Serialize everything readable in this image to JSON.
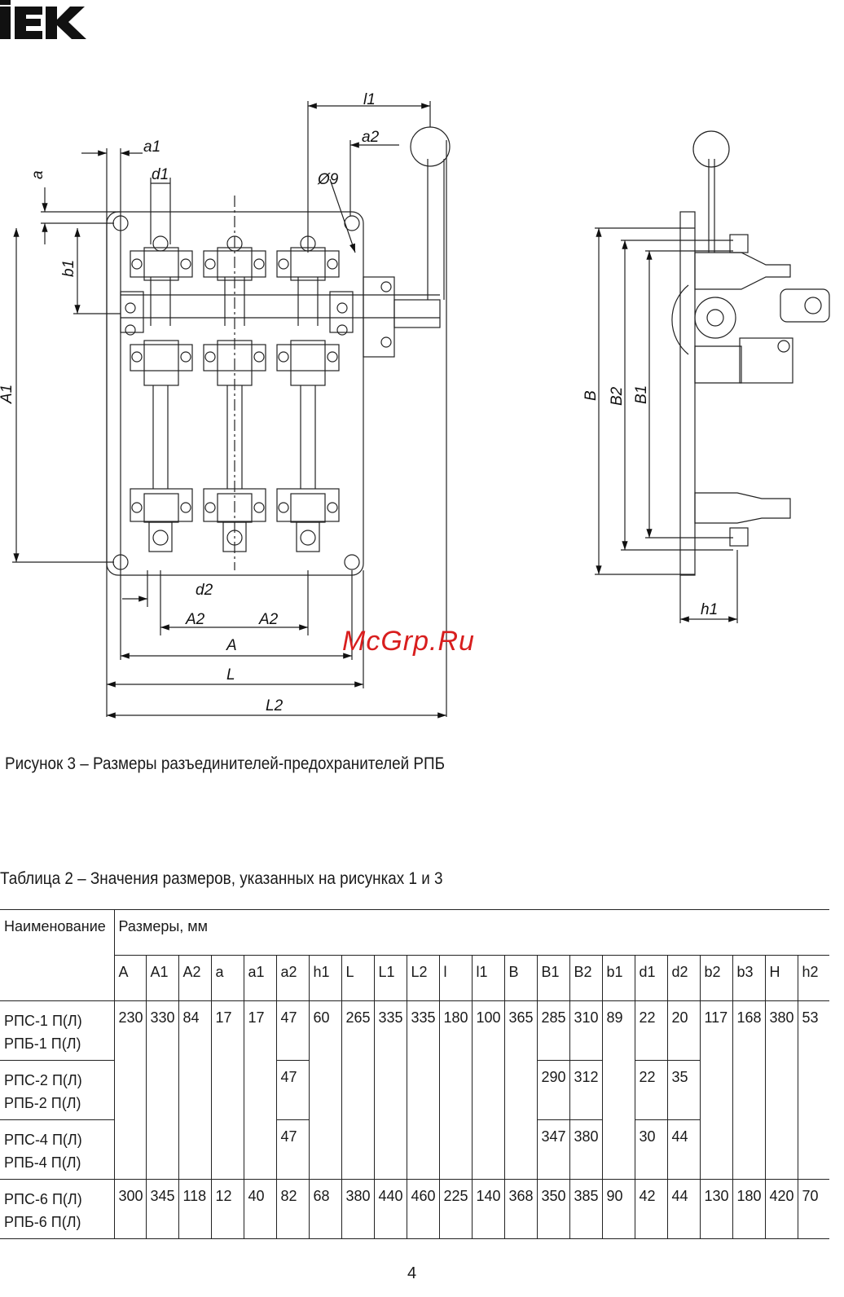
{
  "logo": {
    "text": "IEK"
  },
  "figure": {
    "labels": {
      "l1": "l1",
      "a2": "a2",
      "a1": "a1",
      "a": "a",
      "d1": "d1",
      "diam": "Ø9",
      "b1": "b1",
      "A1": "A1",
      "d2": "d2",
      "A2": "A2",
      "A": "A",
      "L": "L",
      "L2": "L2",
      "B": "B",
      "B2": "B2",
      "B1": "B1",
      "h1": "h1"
    },
    "caption": "Рисунок 3 – Размеры разъединителей-предохранителей РПБ"
  },
  "watermark": "McGrp.Ru",
  "table": {
    "title": "Таблица 2 – Значения размеров, указанных на рисунках 1 и 3",
    "name_header": "Наименование",
    "size_header": "Размеры, мм",
    "columns": [
      "A",
      "A1",
      "A2",
      "a",
      "a1",
      "a2",
      "h1",
      "L",
      "L1",
      "L2",
      "l",
      "l1",
      "B",
      "B1",
      "B2",
      "b1",
      "d1",
      "d2",
      "b2",
      "b3",
      "H",
      "h2"
    ],
    "rows": [
      {
        "names": [
          "РПС-1 П(Л)",
          "РПБ-1 П(Л)"
        ],
        "values": [
          "230",
          "330",
          "84",
          "17",
          "17",
          "47",
          "60",
          "265",
          "335",
          "335",
          "180",
          "100",
          "365",
          "285",
          "310",
          "89",
          "22",
          "20",
          "117",
          "168",
          "380",
          "53"
        ]
      },
      {
        "names": [
          "РПС-2 П(Л)",
          "РПБ-2 П(Л)"
        ],
        "values": [
          "47",
          "290",
          "312",
          "22",
          "35"
        ]
      },
      {
        "names": [
          "РПС-4 П(Л)",
          "РПБ-4 П(Л)"
        ],
        "values": [
          "47",
          "347",
          "380",
          "30",
          "44"
        ]
      },
      {
        "names": [
          "РПС-6 П(Л)",
          "РПБ-6 П(Л)"
        ],
        "values": [
          "300",
          "345",
          "118",
          "12",
          "40",
          "82",
          "68",
          "380",
          "440",
          "460",
          "225",
          "140",
          "368",
          "350",
          "385",
          "90",
          "42",
          "44",
          "130",
          "180",
          "420",
          "70"
        ]
      }
    ]
  },
  "page_number": "4"
}
